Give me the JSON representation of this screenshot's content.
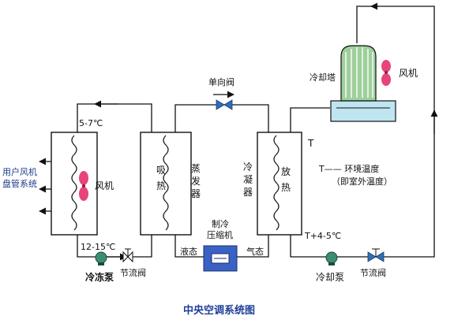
{
  "diagram": {
    "caption": "中央空调系统图",
    "labels": {
      "user_coil_system_line1": "用户风机",
      "user_coil_system_line2": "盘管系统",
      "fan_left": "风机",
      "temp_supply": "5-7℃",
      "temp_return": "12-15℃",
      "chilled_pump": "冷冻泵",
      "throttle_valve_left": "节流阀",
      "absorb_heat": [
        "吸",
        "热"
      ],
      "evaporator": [
        "蒸",
        "发",
        "器"
      ],
      "check_valve": "单向阀",
      "compressor_line1": "制冷",
      "compressor_line2": "压缩机",
      "liquid_state": "液态",
      "gas_state": "气态",
      "condenser": [
        "冷",
        "凝",
        "器"
      ],
      "release_heat": [
        "放",
        "热"
      ],
      "t_symbol": "T",
      "t_plus": "T+4-5℃",
      "ambient_line1": "T—— 环境温度",
      "ambient_line2": "（即室外温度）",
      "cooling_tower": "冷却塔",
      "fan_right": "风机",
      "cooling_pump": "冷却泵",
      "throttle_valve_right": "节流阀"
    },
    "colors": {
      "line": "#111111",
      "text": "#111111",
      "caption": "#1f3f99",
      "fan": "#e8447c",
      "pump": "#3b8e74",
      "valve": "#2f6fb8",
      "water": "#bfe5f0",
      "tower_fill": "#9ecf9c",
      "compressor": "#3a62c4"
    }
  }
}
